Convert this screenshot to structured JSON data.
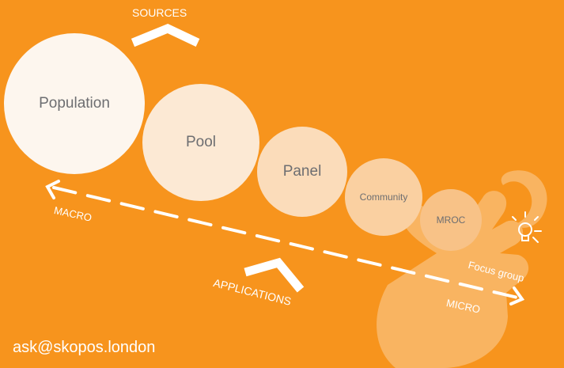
{
  "header": {
    "sources_label": "SOURCES"
  },
  "circles": [
    {
      "label": "Population",
      "shade": "#fdf6ee"
    },
    {
      "label": "Pool",
      "shade": "#fce9d4"
    },
    {
      "label": "Panel",
      "shade": "#fbdcba"
    },
    {
      "label": "Community",
      "shade": "#fad0a1"
    },
    {
      "label": "MROC",
      "shade": "#f8c287"
    }
  ],
  "scale": {
    "macro_label": "MACRO",
    "micro_label": "MICRO"
  },
  "applications_label": "APPLICATIONS",
  "focus_group_label": "Focus group",
  "footer": {
    "email": "ask@skopos.london"
  },
  "colors": {
    "background": "#f7941d",
    "label_text": "#6d6e71",
    "arrow": "#ffffff"
  },
  "icons": [
    "chevron-up-icon",
    "chevron-down-icon",
    "hand-icon",
    "lightbulb-icon"
  ]
}
